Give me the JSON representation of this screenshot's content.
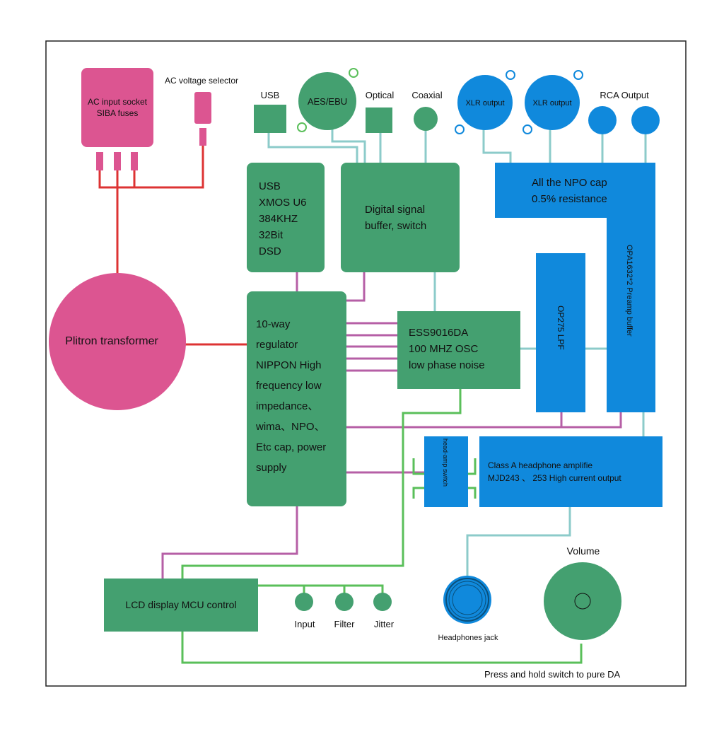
{
  "colors": {
    "pink": "#dc5591",
    "green": "#44a070",
    "blue": "#1089dc",
    "red_line": "#dd3333",
    "purple_line": "#b65fa6",
    "teal_line": "#8ccbca",
    "green_line": "#5abf5a",
    "border": "#222222"
  },
  "power": {
    "ac_socket": [
      "AC input socket",
      "SIBA fuses"
    ],
    "ac_selector": "AC voltage selector",
    "transformer": "Plitron transformer"
  },
  "inputs": {
    "usb": "USB",
    "aes": "AES/EBU",
    "optical": "Optical",
    "coaxial": "Coaxial"
  },
  "outputs": {
    "xlr1": "XLR output",
    "xlr2": "XLR output",
    "rca": "RCA Output"
  },
  "blocks": {
    "usb_module": [
      "USB",
      "XMOS U6",
      "384KHZ",
      "32Bit",
      "DSD"
    ],
    "digital_buffer": [
      "Digital signal",
      "buffer, switch"
    ],
    "regulator": [
      "10-way",
      "regulator",
      "NIPPON High",
      "frequency low",
      "impedance、",
      "wima、NPO、",
      "Etc cap, power",
      "supply"
    ],
    "dac": [
      "ESS9016DA",
      "100 MHZ OSC",
      "low phase noise"
    ],
    "npo_cap": [
      "All the NPO cap",
      "0.5% resistance"
    ],
    "lpf": "OP275  LPF",
    "preamp": "OPA1632*2 Preamp buffer",
    "head_switch": "head-amp switch",
    "headphone_amp": [
      "Class A headphone amplifie",
      "MJD243 、 253 High current output"
    ],
    "lcd": "LCD display MCU control"
  },
  "controls": {
    "input": "Input",
    "filter": "Filter",
    "jitter": "Jitter",
    "headphones_jack": "Headphones jack",
    "volume": "Volume",
    "note": "Press and hold switch to pure DA"
  }
}
